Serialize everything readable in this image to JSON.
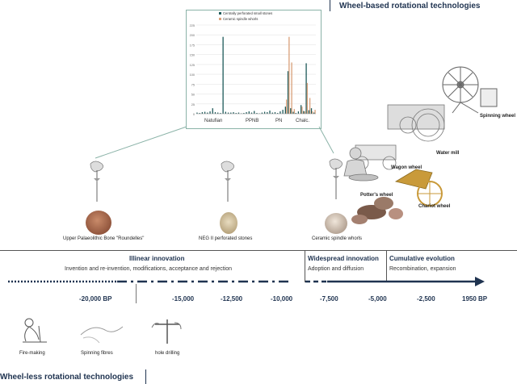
{
  "headings": {
    "wheel_based": "Wheel-based rotational technologies",
    "wheel_less": "Wheel-less rotational technologies"
  },
  "chart_data": {
    "type": "bar",
    "legend": [
      "Centrally perforated small stones",
      "Ceramic spindle whorls"
    ],
    "legend_colors": [
      "#1f5a5a",
      "#d9a07a"
    ],
    "categories": [
      "Natufian",
      "PPNB",
      "PN",
      "Chalc."
    ],
    "yticks": [
      "0",
      "25",
      "50",
      "75",
      "100",
      "125",
      "150",
      "175",
      "200",
      "225"
    ],
    "ylim": [
      0,
      225
    ],
    "series": [
      {
        "name": "Centrally perforated small stones",
        "values": [
          3,
          2,
          4,
          5,
          3,
          6,
          14,
          4,
          3,
          2,
          195,
          5,
          3,
          3,
          4,
          2,
          3,
          1,
          2,
          4,
          6,
          3,
          7,
          2,
          1,
          3,
          5,
          4,
          8,
          3,
          4,
          2,
          6,
          10,
          18,
          108,
          14,
          5,
          2,
          6,
          22,
          7,
          128,
          9,
          14,
          3
        ],
        "color": "#1f5a5a"
      },
      {
        "name": "Ceramic spindle whorls",
        "values": [
          0,
          0,
          0,
          0,
          0,
          0,
          0,
          0,
          0,
          0,
          0,
          0,
          0,
          0,
          0,
          0,
          0,
          0,
          0,
          0,
          0,
          0,
          0,
          0,
          0,
          0,
          0,
          0,
          0,
          0,
          0,
          0,
          0,
          0,
          36,
          195,
          130,
          12,
          0,
          0,
          18,
          6,
          78,
          40,
          6,
          10
        ],
        "color": "#d9a07a"
      }
    ]
  },
  "artifacts": {
    "roundelles": "Upper Palaeolithic Bone \"Roundelles\"",
    "neg2": "NEG II perforated stones",
    "ceramic": "Ceramic spindle whorls",
    "potters_wheel": "Potter's wheel",
    "wagon_wheel": "Wagon wheel",
    "water_mill": "Water mill",
    "spinning_wheel": "Spinning wheel",
    "chariot_wheel": "Chariot wheel",
    "fire_making": "Fire-making",
    "spinning_fibres": "Spinning fibres",
    "hole_drilling": "hole drilling"
  },
  "phases": {
    "illinear": {
      "title": "Illinear innovation",
      "sub": "Invention and re-invention, modifications, acceptance and rejection"
    },
    "widespread": {
      "title": "Widespread innovation",
      "sub": "Adoption and diffusion"
    },
    "cumulative": {
      "title": "Cumulative evolution",
      "sub": "Recombination, expansion"
    }
  },
  "timeline": {
    "ticks": [
      "-20,000 BP",
      "-15,000",
      "-12,500",
      "-10,000",
      "-7,500",
      "-5,000",
      "-2,500",
      "1950 BP"
    ]
  },
  "colors": {
    "navy": "#1f3350",
    "teal": "#1f5a5a",
    "salmon": "#d9a07a"
  }
}
